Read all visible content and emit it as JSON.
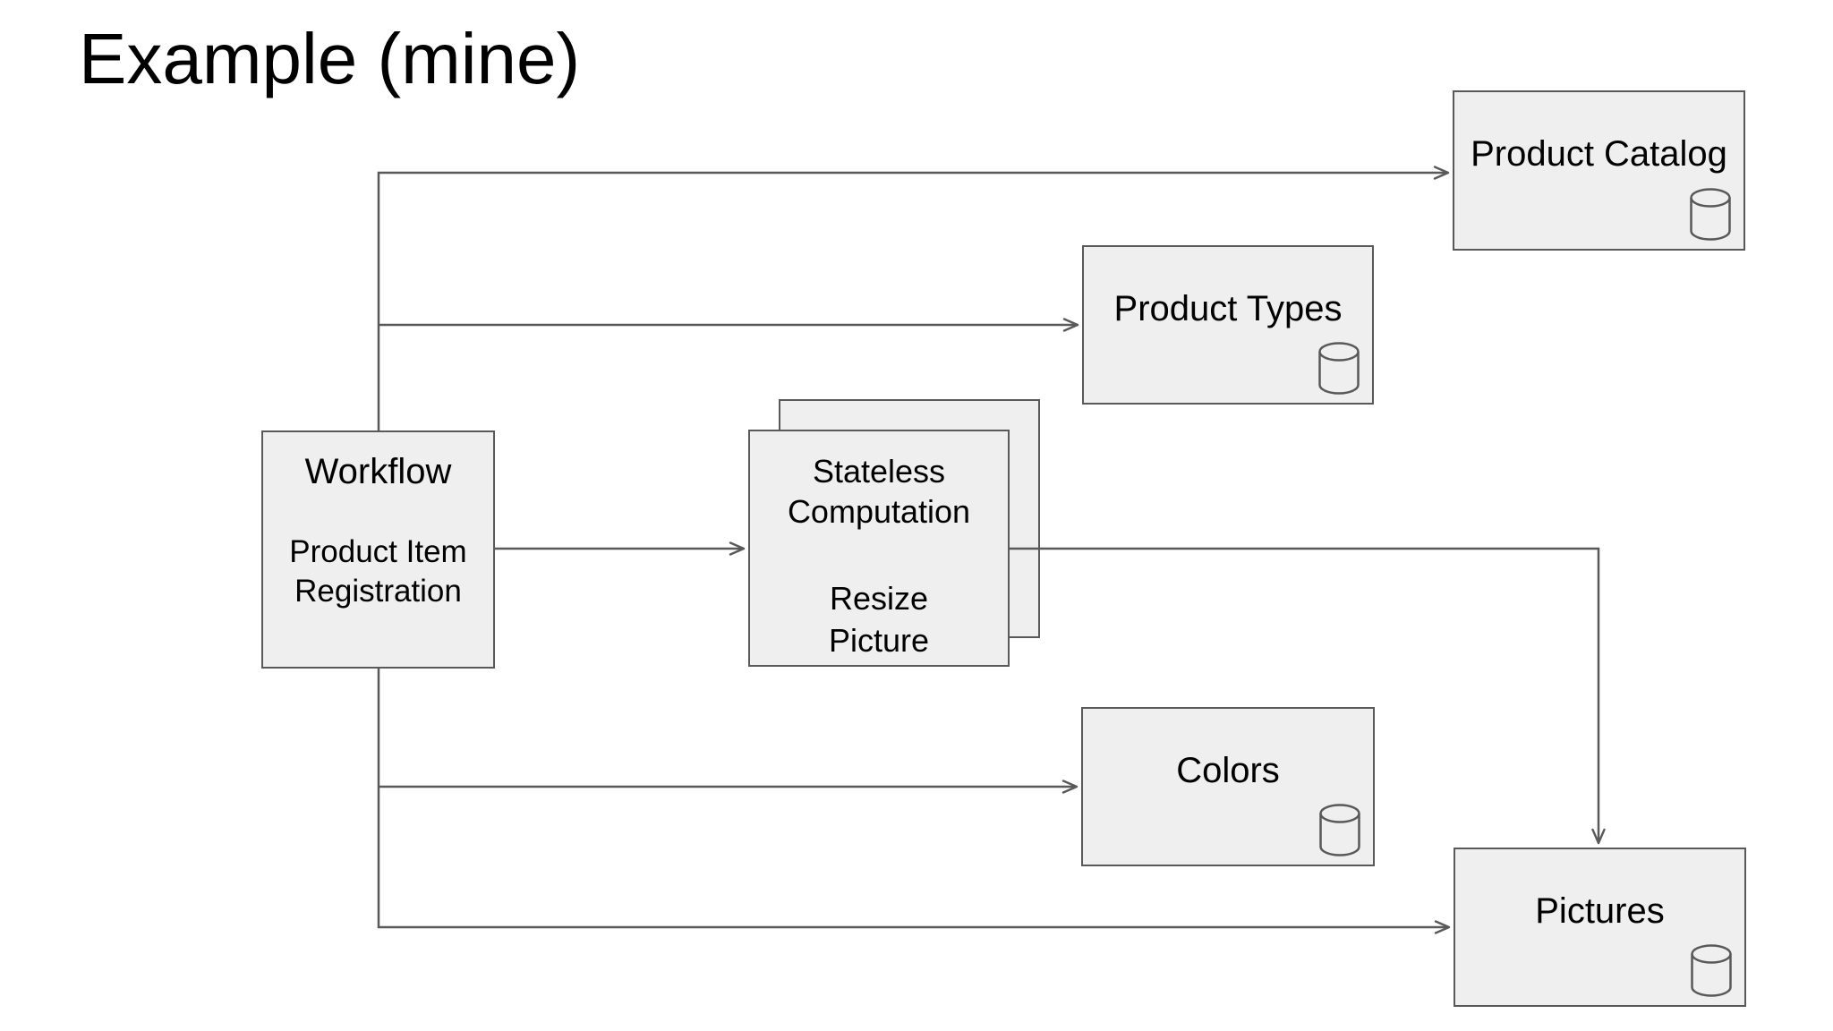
{
  "title": "Example (mine)",
  "nodes": {
    "workflow": {
      "label": "Workflow",
      "sublabel": "Product Item\nRegistration",
      "type": "workflow-box"
    },
    "stateless": {
      "label": "Stateless\nComputation",
      "sublabel": "Resize\nPicture",
      "type": "stacked-process-box"
    },
    "product_catalog": {
      "label": "Product Catalog",
      "type": "datastore",
      "icon": "database-cylinder-icon"
    },
    "product_types": {
      "label": "Product Types",
      "type": "datastore",
      "icon": "database-cylinder-icon"
    },
    "colors": {
      "label": "Colors",
      "type": "datastore",
      "icon": "database-cylinder-icon"
    },
    "pictures": {
      "label": "Pictures",
      "type": "datastore",
      "icon": "database-cylinder-icon"
    }
  },
  "edges": [
    {
      "from": "workflow",
      "to": "product_catalog"
    },
    {
      "from": "workflow",
      "to": "product_types"
    },
    {
      "from": "workflow",
      "to": "stateless"
    },
    {
      "from": "stateless",
      "to": "pictures"
    },
    {
      "from": "workflow",
      "to": "colors"
    },
    {
      "from": "workflow",
      "to": "pictures"
    }
  ],
  "palette": {
    "background": "#ffffff",
    "box_fill": "#efefef",
    "box_border": "#595959",
    "connector": "#595959",
    "text": "#000000"
  }
}
